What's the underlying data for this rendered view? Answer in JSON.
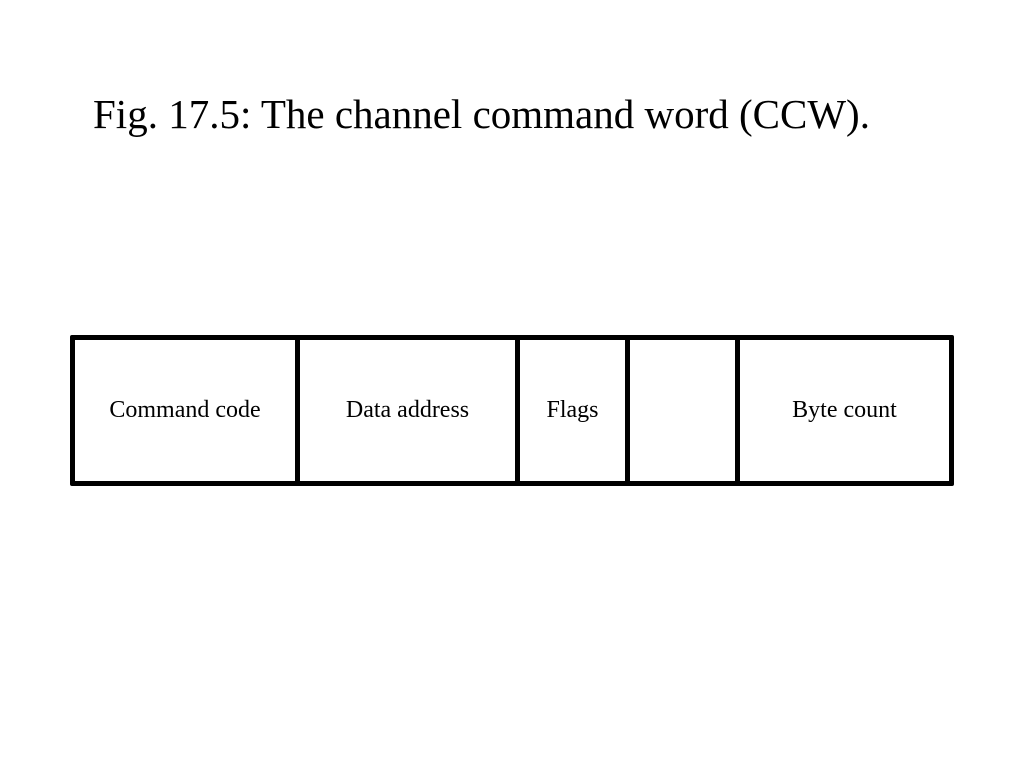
{
  "title": "Fig. 17.5: The channel command word (CCW).",
  "ccw": {
    "fields": [
      {
        "label": "Command code"
      },
      {
        "label": "Data address"
      },
      {
        "label": "Flags"
      },
      {
        "label": ""
      },
      {
        "label": "Byte count"
      }
    ]
  }
}
